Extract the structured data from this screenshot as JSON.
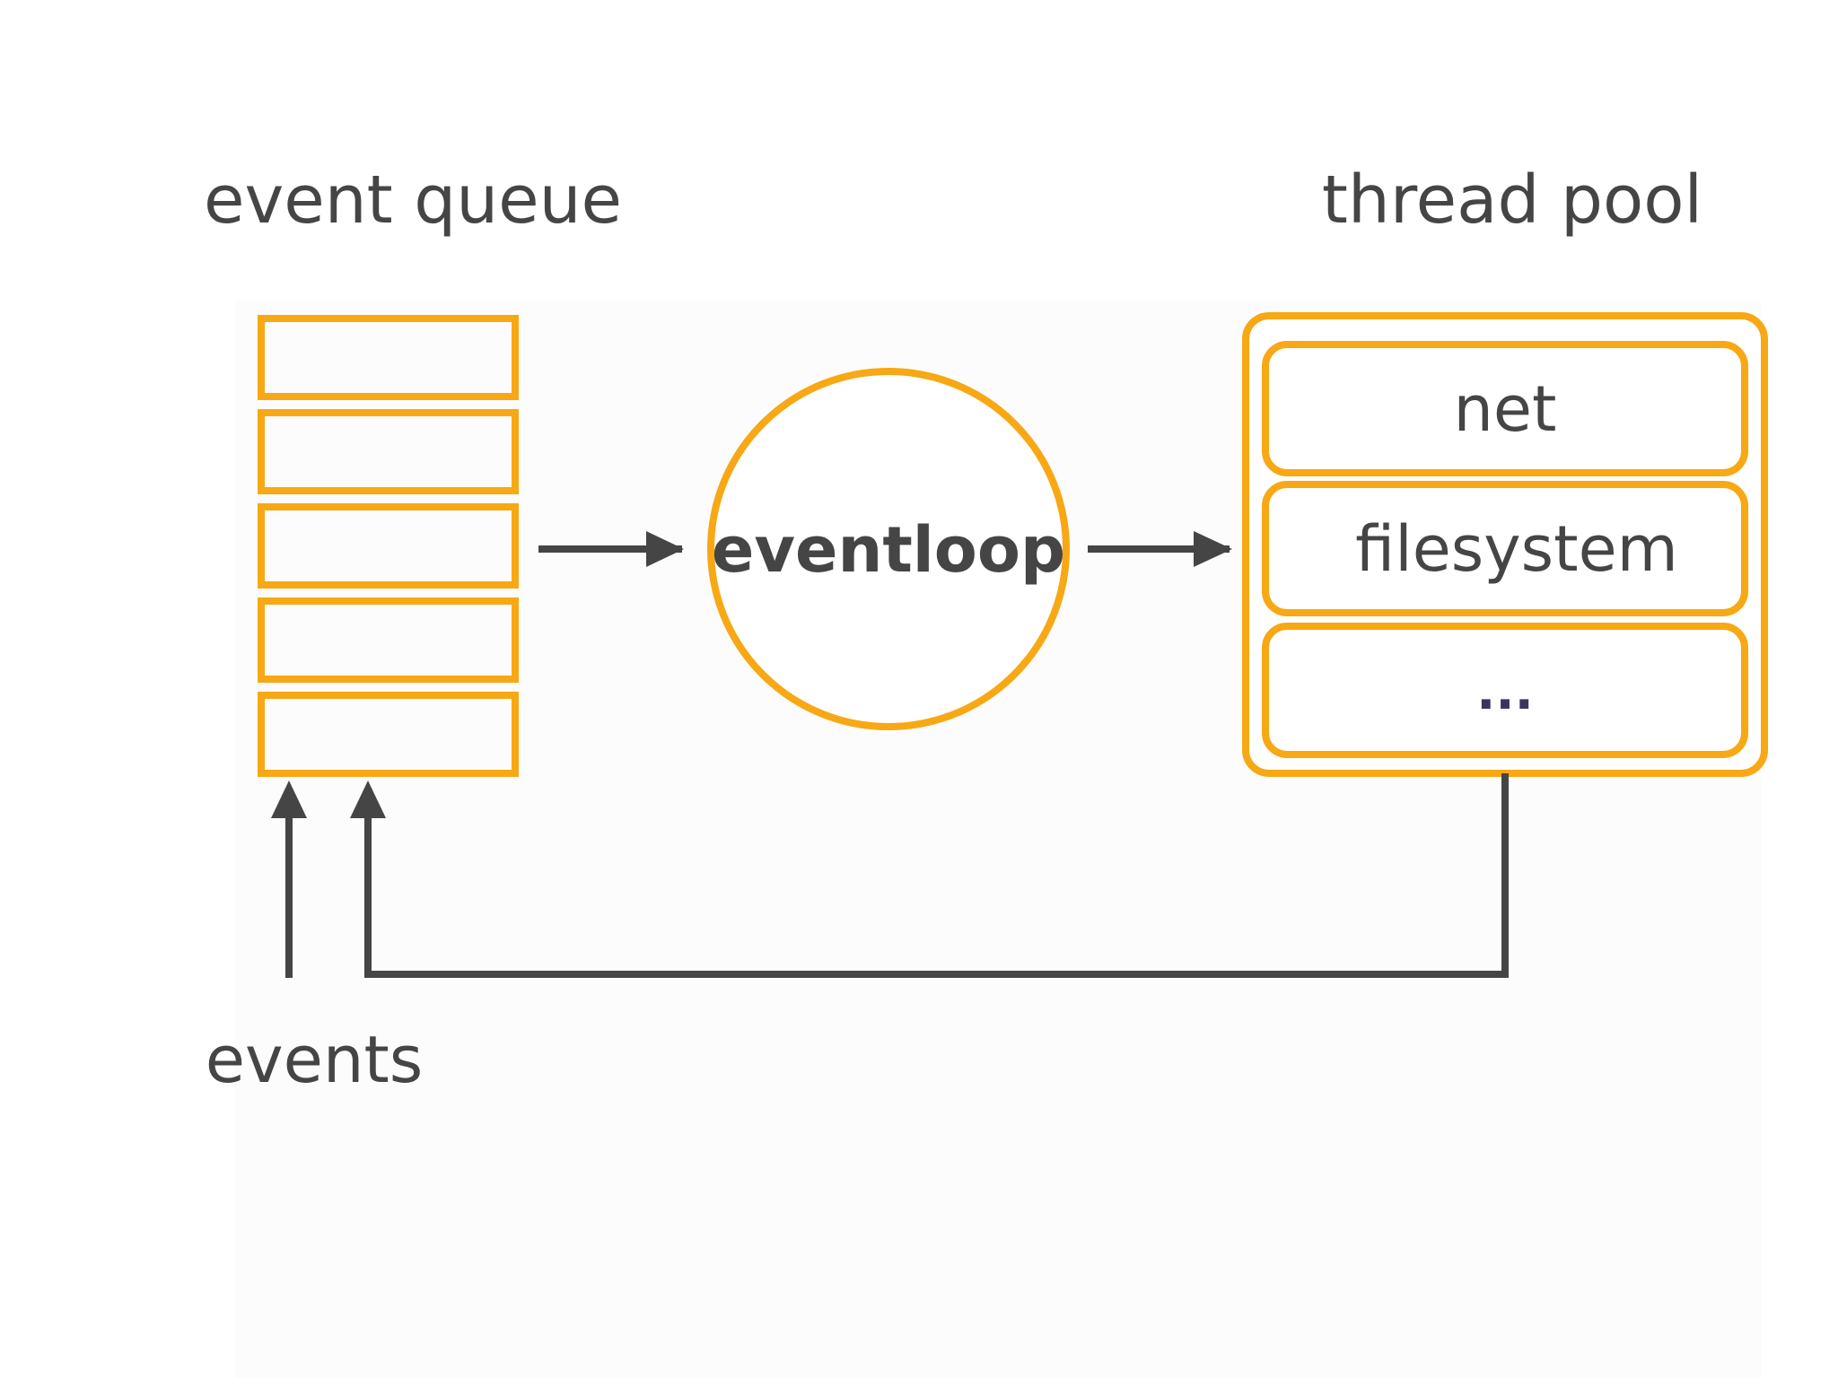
{
  "labels": {
    "event_queue": "event queue",
    "thread_pool": "thread pool",
    "events": "events",
    "eventloop": "eventloop"
  },
  "thread_pool": {
    "items": [
      "net",
      "filesystem",
      "..."
    ]
  },
  "event_queue": {
    "slot_count": 5
  },
  "colors": {
    "accent": "#F7A814",
    "text": "#454545",
    "arrow": "#454545",
    "background": "#ffffff",
    "panel": "#fcfcfc"
  }
}
